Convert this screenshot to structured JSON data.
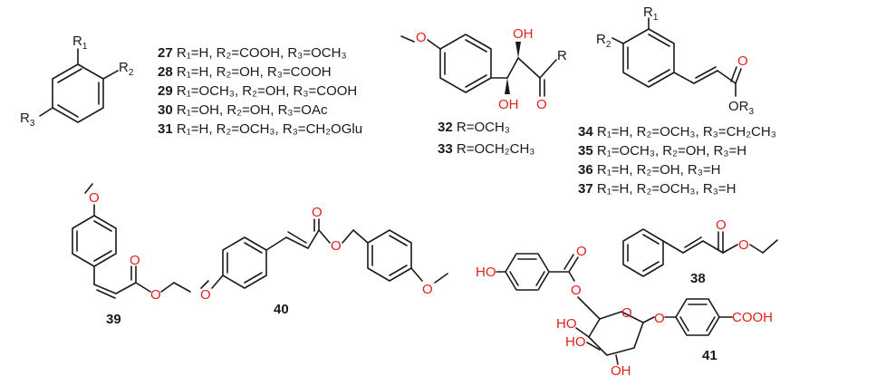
{
  "colors": {
    "bond": "#1a1a1a",
    "oxygen": "#e0201b",
    "background": "#ffffff"
  },
  "compounds": {
    "c27_31": {
      "atoms": {
        "r1": "R",
        "r1_sub": "1",
        "r2": "R",
        "r2_sub": "2",
        "r3": "R",
        "r3_sub": "3"
      },
      "rows": [
        {
          "num": "27",
          "text": "R₁=H, R₂=COOH, R₃=OCH₃"
        },
        {
          "num": "28",
          "text": "R₁=H, R₂=OH, R₃=COOH"
        },
        {
          "num": "29",
          "text": "R₁=OCH₃, R₂=OH, R₃=COOH"
        },
        {
          "num": "30",
          "text": "R₁=OH, R₂=OH, R₃=OAc"
        },
        {
          "num": "31",
          "text": "R₁=H, R₂=OCH₃, R₃=CH₂OGlu"
        }
      ]
    },
    "c32_33": {
      "atoms": {
        "o_top": "O",
        "oh1": "OH",
        "oh2": "OH",
        "o_keto": "O",
        "r": "R"
      },
      "rows": [
        {
          "num": "32",
          "text": "R=OCH₃"
        },
        {
          "num": "33",
          "text": "R=OCH₂CH₃"
        }
      ]
    },
    "c34_37": {
      "atoms": {
        "r1": "R",
        "r1_sub": "1",
        "r2": "R",
        "r2_sub": "2",
        "o_carbonyl": "O",
        "or3": "OR",
        "or3_sub": "3"
      },
      "rows": [
        {
          "num": "34",
          "text": "R₁=H, R₂=OCH₃, R₃=CH₂CH₃"
        },
        {
          "num": "35",
          "text": "R₁=OCH₃, R₂=OH, R₃=H"
        },
        {
          "num": "36",
          "text": "R₁=H, R₂=OH, R₃=H"
        },
        {
          "num": "37",
          "text": "R₁=H, R₂=OCH₃, R₃=H"
        }
      ]
    },
    "c38": {
      "num": "38",
      "atoms": {
        "o_carbonyl": "O",
        "o_ester": "O"
      }
    },
    "c39": {
      "num": "39",
      "atoms": {
        "o_methoxy": "O",
        "o_carbonyl": "O",
        "o_ester": "O"
      }
    },
    "c40": {
      "num": "40",
      "atoms": {
        "o_methoxy1": "O",
        "o_carbonyl": "O",
        "o_ester": "O",
        "o_methoxy2": "O"
      }
    },
    "c41": {
      "num": "41",
      "atoms": {
        "ho_phenol": "HO",
        "o_carbonyl": "O",
        "o_ester": "O",
        "o_ring": "O",
        "o_glyc": "O",
        "ho1": "HO",
        "ho2": "HO",
        "oh3": "OH",
        "cooh": "COOH"
      }
    }
  }
}
